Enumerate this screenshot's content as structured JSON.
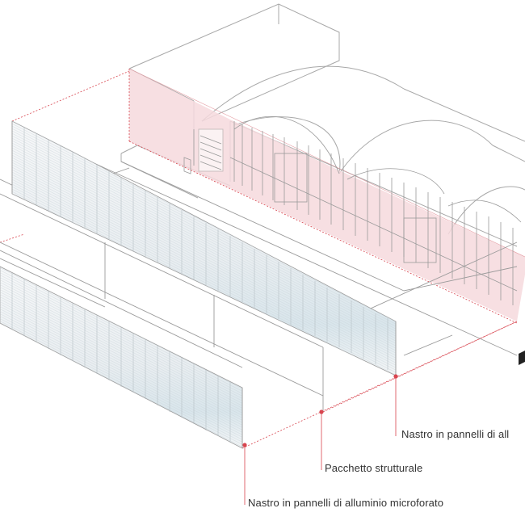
{
  "labels": [
    {
      "text": "Nastro in pannelli di all"
    },
    {
      "text": "Pacchetto strutturale"
    },
    {
      "text": "Nastro in pannelli di alluminio microforato"
    }
  ],
  "colors": {
    "line": "#9a9a9a",
    "accent": "#d8454f",
    "pink_fill": "#f6d9dd",
    "panel_fill": "#eef2f5",
    "panel_tint": "#cfe0e8"
  }
}
